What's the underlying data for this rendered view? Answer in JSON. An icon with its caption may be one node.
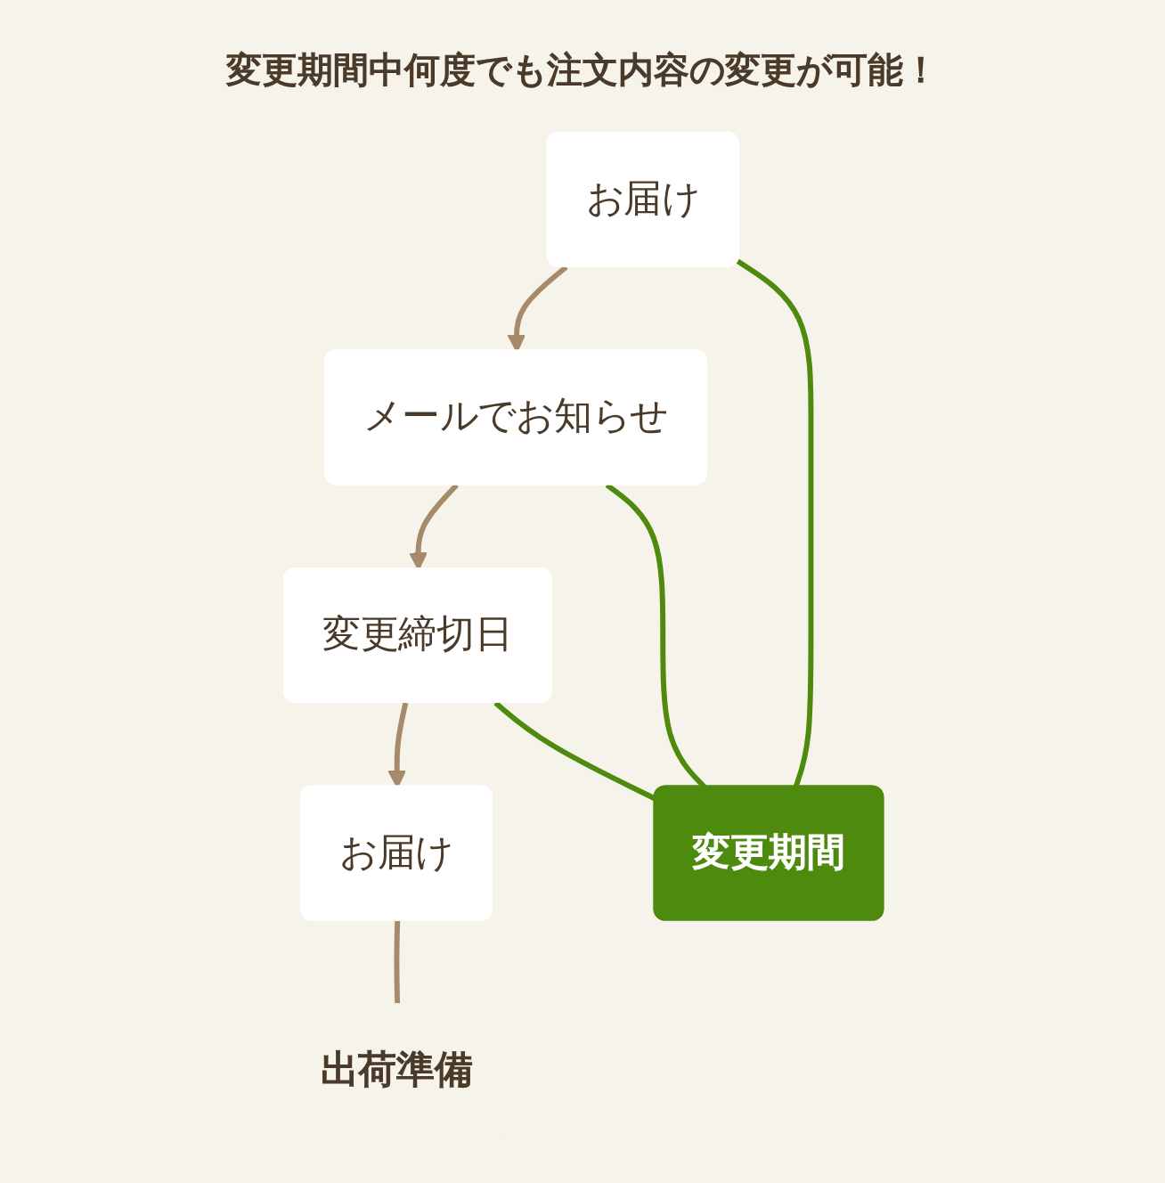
{
  "diagram": {
    "title": "変更期間中何度でも注文内容の変更が可能！",
    "nodes": [
      {
        "text": [
          "お届け"
        ]
      },
      {
        "text": [
          "メールでお知らせ"
        ]
      },
      {
        "text": [
          "変更締切日"
        ]
      },
      {
        "text": [
          "お届け"
        ]
      },
      {
        "text": [
          "変更期間"
        ]
      },
      {
        "text": [
          "出荷準備"
        ]
      }
    ],
    "edges": [
      {
        "from": 0,
        "to": 1,
        "arrow": "to",
        "color": "#a68a6a"
      },
      {
        "from": 1,
        "to": 2,
        "arrow": "to",
        "color": "#a68a6a"
      },
      {
        "from": 2,
        "to": 3,
        "arrow": "to",
        "color": "#a68a6a"
      },
      {
        "from": 0,
        "to": 4,
        "arrow": "none",
        "color": "#4e8a0e"
      },
      {
        "from": 1,
        "to": 4,
        "arrow": "none",
        "color": "#4e8a0e"
      },
      {
        "from": 2,
        "to": 4,
        "arrow": "none",
        "color": "#4e8a0e"
      },
      {
        "from": 3,
        "to": 5,
        "arrow": "none",
        "color": "#a68a6a"
      }
    ]
  }
}
